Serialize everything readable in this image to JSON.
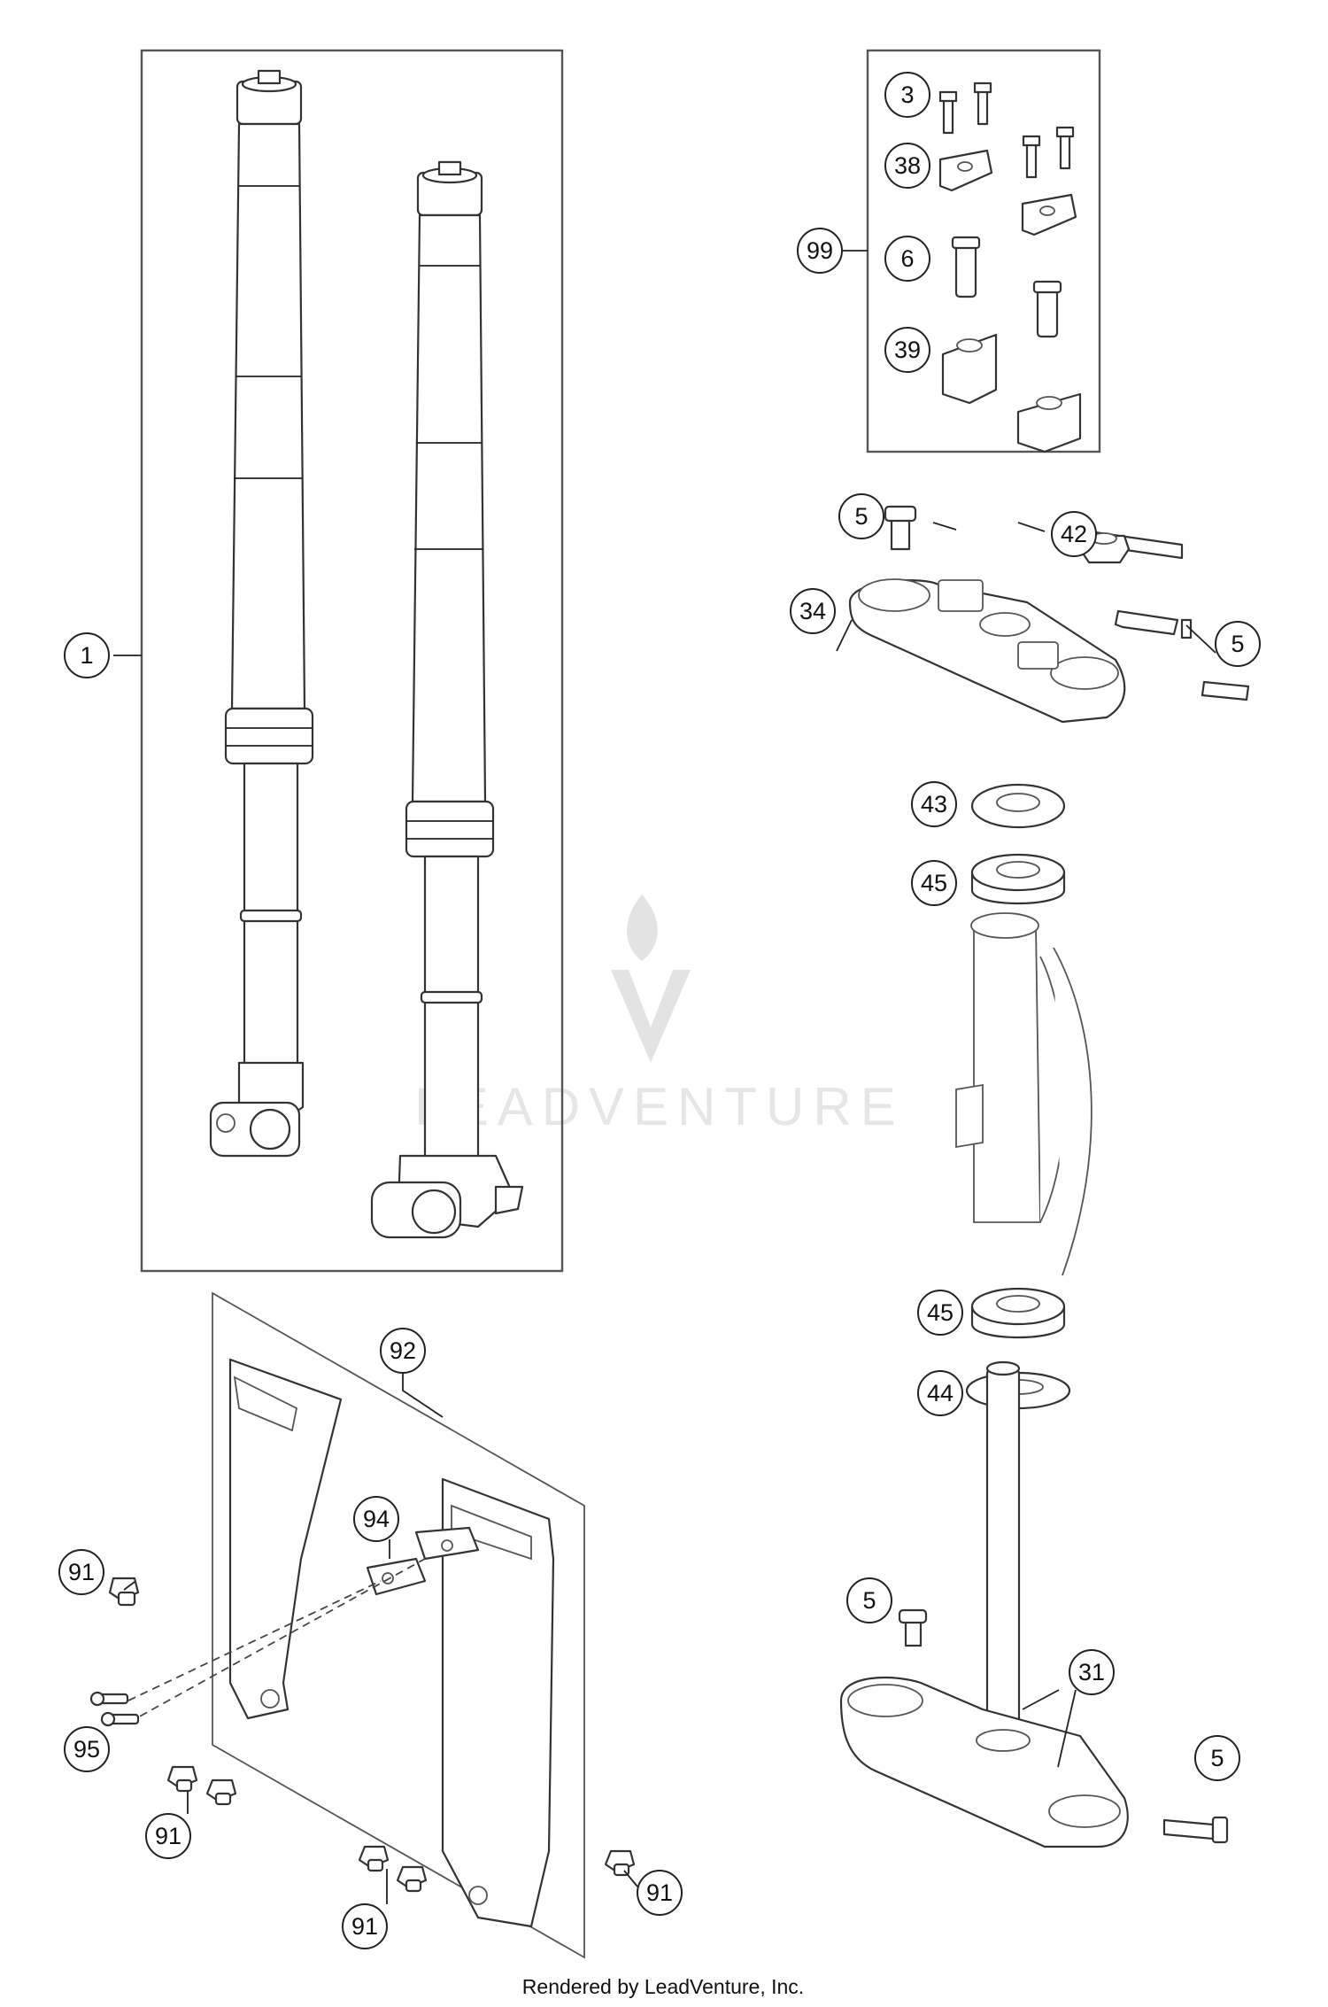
{
  "callouts": [
    {
      "id": "c1",
      "label": "1"
    },
    {
      "id": "c3",
      "label": "3"
    },
    {
      "id": "c38",
      "label": "38"
    },
    {
      "id": "c99",
      "label": "99"
    },
    {
      "id": "c6",
      "label": "6"
    },
    {
      "id": "c39",
      "label": "39"
    },
    {
      "id": "c5a",
      "label": "5"
    },
    {
      "id": "c42",
      "label": "42"
    },
    {
      "id": "c34",
      "label": "34"
    },
    {
      "id": "c5b",
      "label": "5"
    },
    {
      "id": "c43",
      "label": "43"
    },
    {
      "id": "c45a",
      "label": "45"
    },
    {
      "id": "c45b",
      "label": "45"
    },
    {
      "id": "c44",
      "label": "44"
    },
    {
      "id": "c92",
      "label": "92"
    },
    {
      "id": "c94",
      "label": "94"
    },
    {
      "id": "c91a",
      "label": "91"
    },
    {
      "id": "c95",
      "label": "95"
    },
    {
      "id": "c91b",
      "label": "91"
    },
    {
      "id": "c91c",
      "label": "91"
    },
    {
      "id": "c91d",
      "label": "91"
    },
    {
      "id": "c5c",
      "label": "5"
    },
    {
      "id": "c31",
      "label": "31"
    },
    {
      "id": "c5d",
      "label": "5"
    }
  ],
  "watermark": {
    "text": "LEADVENTURE"
  },
  "footer": {
    "text": "Rendered by LeadVenture, Inc."
  }
}
